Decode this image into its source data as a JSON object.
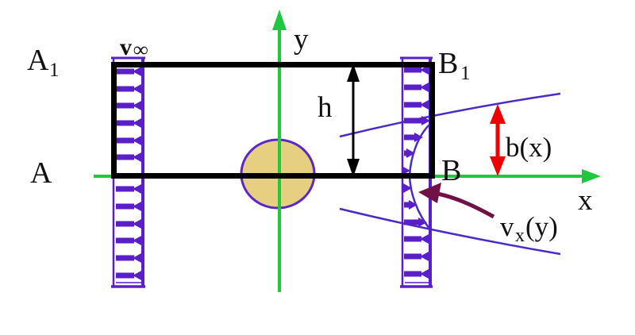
{
  "figure": {
    "kind": "control-volume-wake-diagram",
    "labels": {
      "corner_a1_main": "A",
      "corner_a1_sub": "1",
      "corner_a": "A",
      "corner_b1_main": "B",
      "corner_b1_sub": "1",
      "corner_b": "B",
      "axis_y": "y",
      "axis_x": "x",
      "height_dim": "h",
      "freestream_main": "v",
      "freestream_sub": "∞",
      "wake_width_dim": "b(x)",
      "wake_velocity_main": "v",
      "wake_velocity_sub": "x",
      "wake_velocity_arg": "(y)"
    },
    "colors": {
      "axis_green": "#1FC83C",
      "profile_purple": "#5A1FC8",
      "curve_purple": "#4B2BC3",
      "body_fill": "#E6CF80",
      "body_stroke": "#5A28C8",
      "dimension_red": "#EE0000",
      "pointer_maroon": "#701245",
      "rect_black": "#000000",
      "ink": "#111111"
    }
  }
}
